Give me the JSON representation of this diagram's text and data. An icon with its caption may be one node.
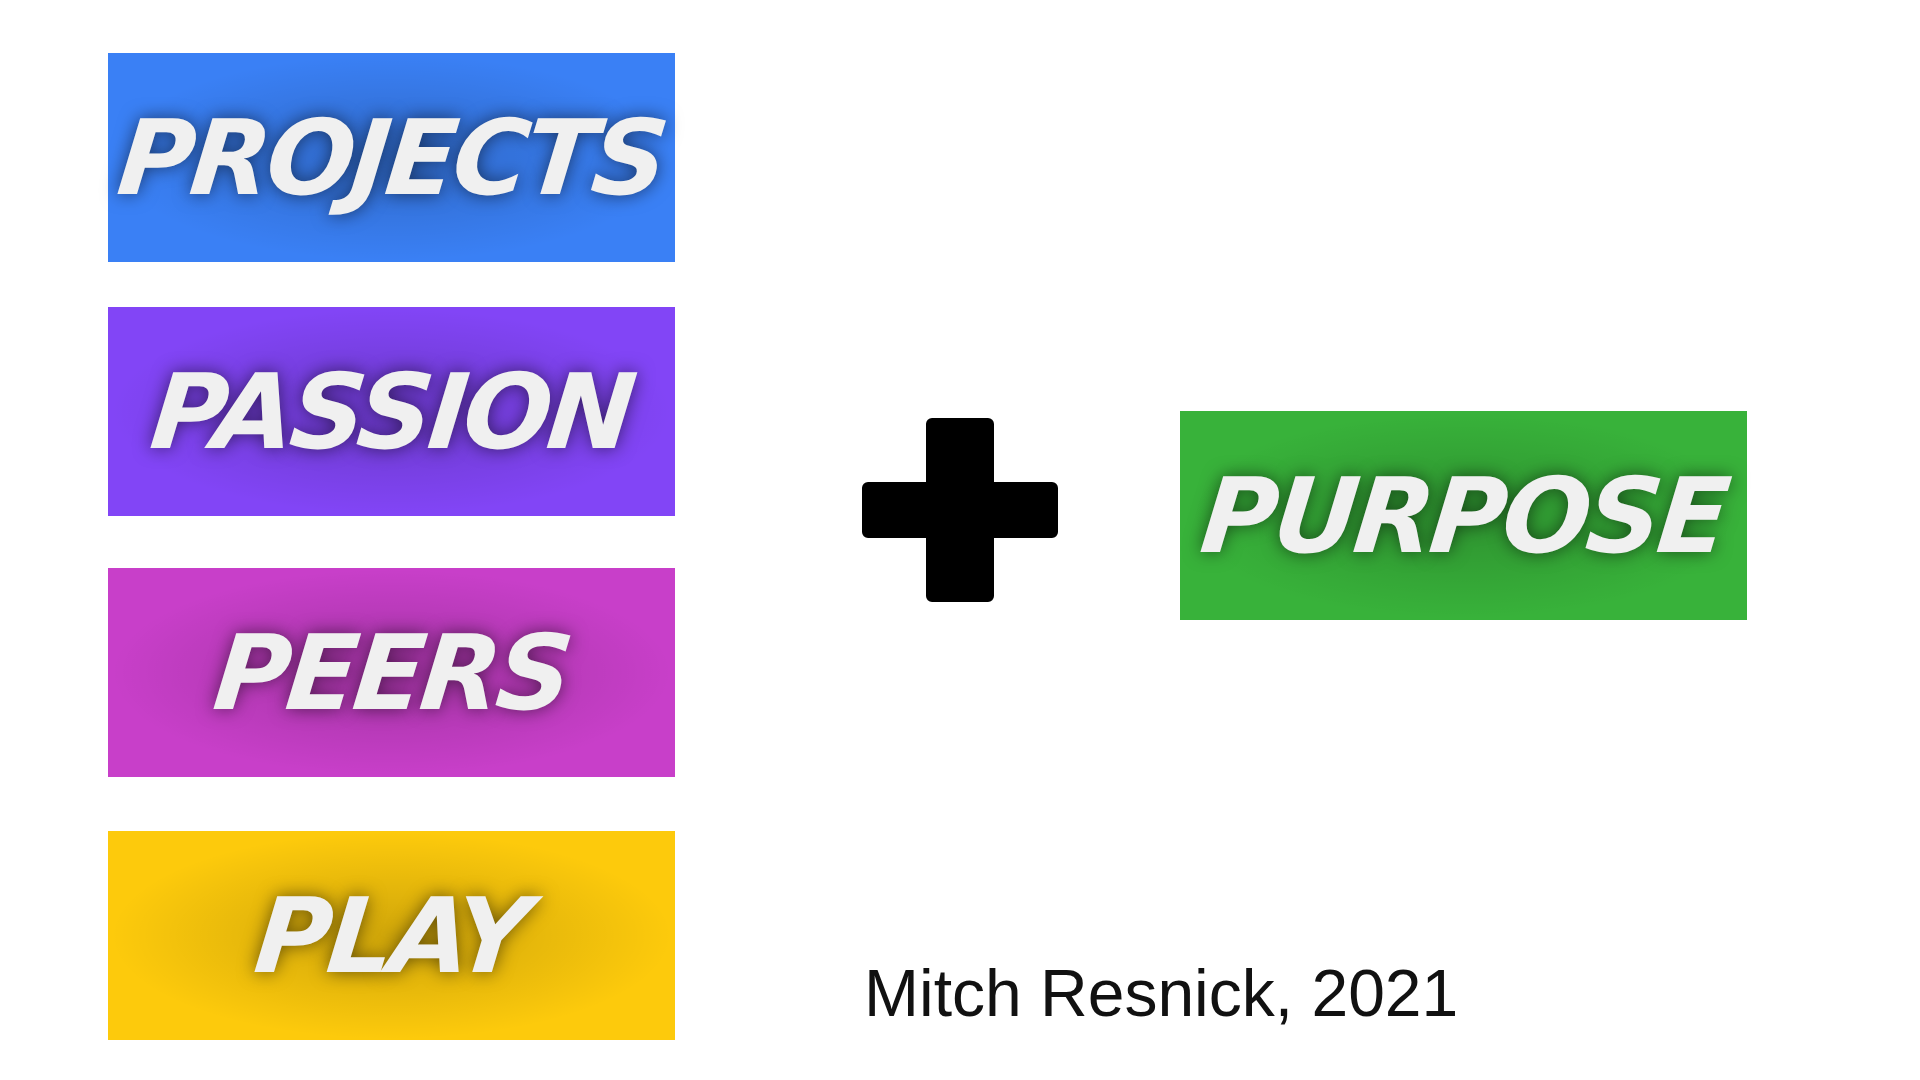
{
  "diagram": {
    "nodes": [
      {
        "text": [
          "PROJECTS"
        ]
      },
      {
        "text": [
          "PASSION"
        ]
      },
      {
        "text": [
          "PEERS"
        ]
      },
      {
        "text": [
          "PLAY"
        ]
      },
      {
        "text": [
          "PURPOSE"
        ]
      }
    ],
    "labels": [
      "Mitch Resnick, 2021"
    ]
  }
}
